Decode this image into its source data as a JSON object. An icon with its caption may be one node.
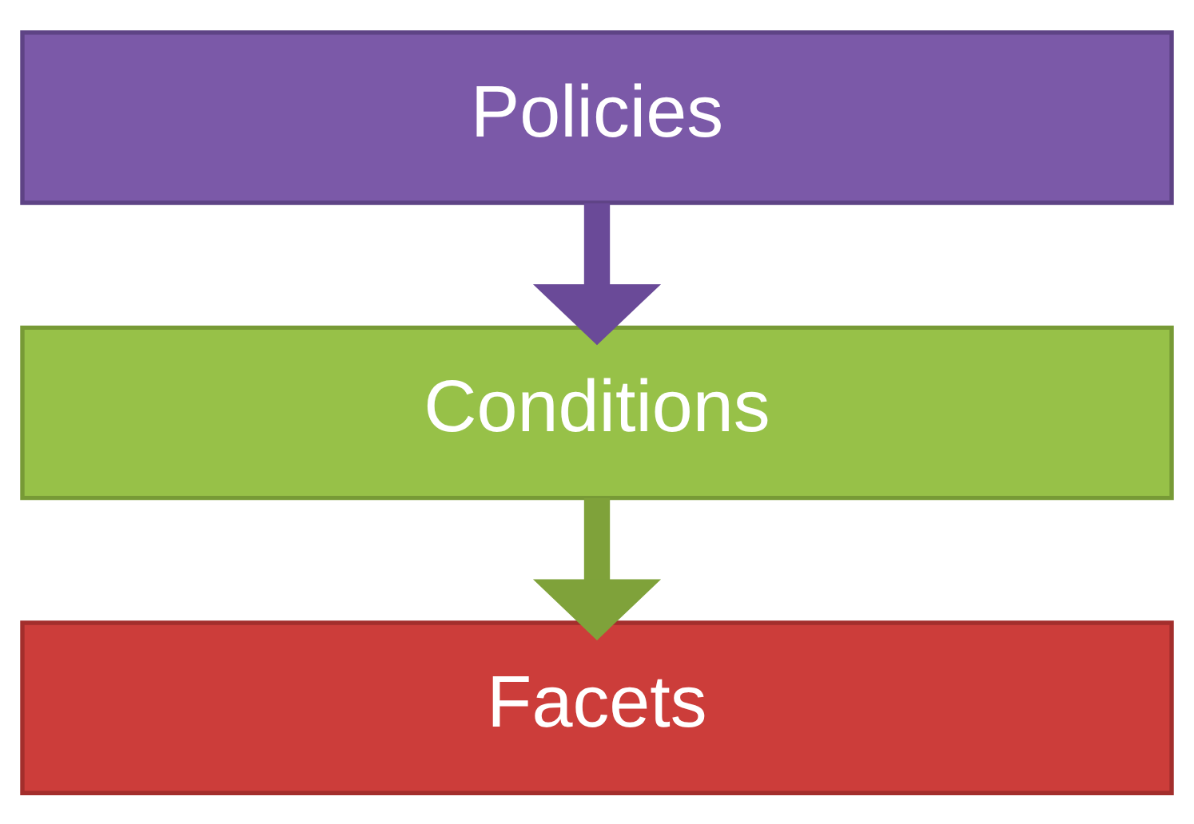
{
  "diagram": {
    "nodes": [
      {
        "text": [
          "Policies"
        ]
      },
      {
        "text": [
          "Conditions"
        ]
      },
      {
        "text": [
          "Facets"
        ]
      }
    ],
    "edges": [
      {
        "from": 0,
        "to": 1,
        "arrow": "to",
        "color": "#6a4a98"
      },
      {
        "from": 1,
        "to": 2,
        "arrow": "to",
        "color": "#7fa23a"
      }
    ]
  }
}
